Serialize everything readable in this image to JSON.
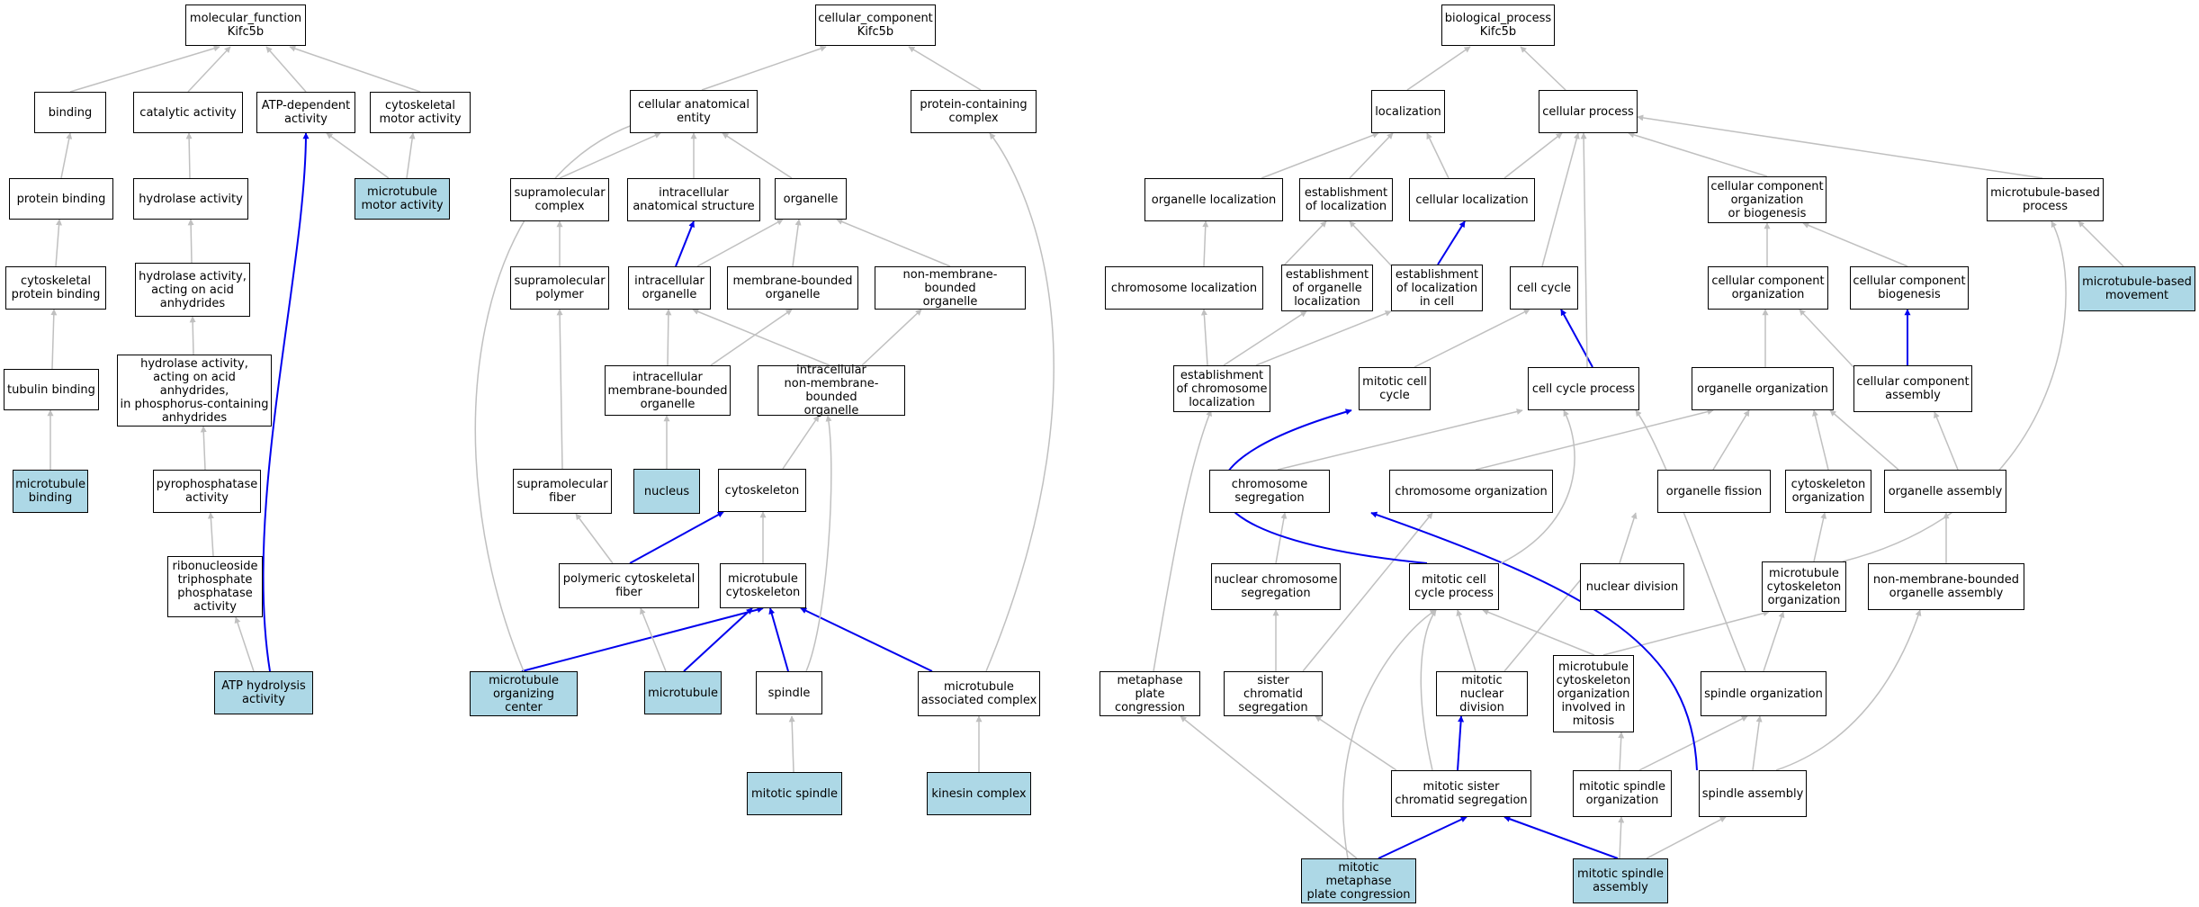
{
  "title": "Kifc5b GO term hierarchy",
  "colors": {
    "highlight": "#add8e6",
    "edge_gray": "#c0c0c0",
    "edge_blue": "#0000ee"
  },
  "nodes": {
    "mf_root": "molecular_function\nKifc5b",
    "binding": "binding",
    "catalytic": "catalytic activity",
    "atp_dep": "ATP-dependent\nactivity",
    "cyto_motor": "cytoskeletal\nmotor activity",
    "protein_binding": "protein binding",
    "hydrolase": "hydrolase activity",
    "mt_motor": "microtubule\nmotor activity",
    "cyto_prot_binding": "cytoskeletal\nprotein binding",
    "hydro_anh": "hydrolase activity,\nacting on acid\nanhydrides",
    "tubulin": "tubulin binding",
    "hydro_phos": "hydrolase activity,\nacting on acid\nanhydrides,\nin phosphorus-containing\nanhydrides",
    "mt_binding": "microtubule\nbinding",
    "pyrophos": "pyrophosphatase\nactivity",
    "rntp": "ribonucleoside\ntriphosphate\nphosphatase\nactivity",
    "atp_hyd": "ATP hydrolysis\nactivity",
    "cc_root": "cellular_component\nKifc5b",
    "cae": "cellular anatomical\nentity",
    "pcc": "protein-containing\ncomplex",
    "supra_complex": "supramolecular\ncomplex",
    "ias": "intracellular\nanatomical structure",
    "organelle": "organelle",
    "supra_polymer": "supramolecular\npolymer",
    "intra_org": "intracellular\norganelle",
    "mbo": "membrane-bounded\norganelle",
    "nmbo": "non-membrane-bounded\norganelle",
    "imbo": "intracellular\nmembrane-bounded\norganelle",
    "inmbo": "intracellular\nnon-membrane-bounded\norganelle",
    "supra_fiber": "supramolecular\nfiber",
    "nucleus": "nucleus",
    "cytoskeleton": "cytoskeleton",
    "poly_fiber": "polymeric cytoskeletal\nfiber",
    "mt_cyto": "microtubule\ncytoskeleton",
    "mtoc": "microtubule\norganizing center",
    "microtubule": "microtubule",
    "spindle": "spindle",
    "mt_assoc": "microtubule\nassociated complex",
    "mit_spindle": "mitotic spindle",
    "kinesin": "kinesin complex",
    "bp_root": "biological_process\nKifc5b",
    "localization": "localization",
    "cell_process": "cellular process",
    "org_loc": "organelle localization",
    "est_loc": "establishment\nof localization",
    "cell_loc": "cellular localization",
    "ccob": "cellular component\norganization\nor biogenesis",
    "mt_process": "microtubule-based\nprocess",
    "chrom_loc": "chromosome localization",
    "est_org_loc": "establishment\nof organelle\nlocalization",
    "est_loc_cell": "establishment\nof localization\nin cell",
    "cell_cycle": "cell cycle",
    "cc_org": "cellular component\norganization",
    "cc_biogen": "cellular component\nbiogenesis",
    "mt_movement": "microtubule-based\nmovement",
    "est_chrom_loc": "establishment\nof chromosome\nlocalization",
    "mit_cell_cycle": "mitotic cell\ncycle",
    "cc_process": "cell cycle process",
    "org_org": "organelle organization",
    "cc_assembly": "cellular component\nassembly",
    "chrom_seg": "chromosome segregation",
    "chrom_org": "chromosome organization",
    "org_fission": "organelle fission",
    "cyto_org": "cytoskeleton\norganization",
    "org_assembly": "organelle assembly",
    "nuc_chrom_seg": "nuclear chromosome\nsegregation",
    "mit_cc_process": "mitotic cell\ncycle process",
    "nuc_div": "nuclear division",
    "mt_cyto_org": "microtubule\ncytoskeleton\norganization",
    "nmbo_assembly": "non-membrane-bounded\norganelle assembly",
    "meta_cong": "metaphase plate\ncongression",
    "sister_seg": "sister chromatid\nsegregation",
    "mit_nuc_div": "mitotic nuclear\ndivision",
    "mt_cyto_mit": "microtubule\ncytoskeleton\norganization\ninvolved in\nmitosis",
    "spindle_org": "spindle organization",
    "mit_sister_seg": "mitotic sister\nchromatid segregation",
    "mit_spindle_org": "mitotic spindle\norganization",
    "spindle_assembly": "spindle assembly",
    "mit_meta_cong": "mitotic metaphase\nplate congression",
    "mit_spindle_assembly": "mitotic spindle\nassembly"
  }
}
